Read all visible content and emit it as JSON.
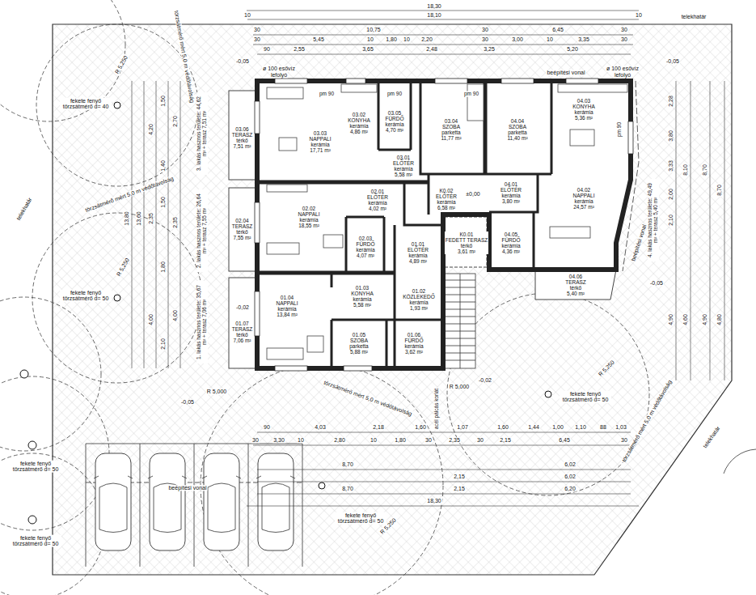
{
  "diagram": {
    "nodes": [
      {
        "text": [
          "03.06",
          "TERASZ",
          "térkő",
          "7,51 m²"
        ]
      },
      {
        "text": [
          "03.03",
          "NAPPALI",
          "kerámia",
          "17,71 m²"
        ]
      },
      {
        "text": [
          "03.02",
          "KONYHA",
          "kerámia",
          "4,86 m²"
        ]
      },
      {
        "text": [
          "03.05",
          "FÜRDŐ",
          "kerámia",
          "4,70 m²"
        ]
      },
      {
        "text": [
          "03.04",
          "SZOBA",
          "parketta",
          "11,77 m²"
        ]
      },
      {
        "text": [
          "04.04",
          "SZOBA",
          "parketta",
          "11,40 m²"
        ]
      },
      {
        "text": [
          "04.03",
          "KONYHA",
          "kerámia",
          "5,36 m²"
        ]
      },
      {
        "text": [
          "03.01",
          "ELŐTÉR",
          "kerámia",
          "5,58 m²"
        ]
      },
      {
        "text": [
          "04.01",
          "ELŐTÉR",
          "kerámia",
          "3,80 m²"
        ]
      },
      {
        "text": [
          "04.02",
          "NAPPALI",
          "kerámia",
          "24,57 m²"
        ]
      },
      {
        "text": [
          "02.04",
          "TERASZ",
          "térkő",
          "7,55 m²"
        ]
      },
      {
        "text": [
          "02.02",
          "NAPPALI",
          "kerámia",
          "18,55 m²"
        ]
      },
      {
        "text": [
          "02.01",
          "ELŐTÉR",
          "kerámia",
          "4,02 m²"
        ]
      },
      {
        "text": [
          "K0.02",
          "ELŐTÉR",
          "kerámia",
          "6,58 m²"
        ]
      },
      {
        "text": [
          "02.03",
          "FÜRDŐ",
          "kerámia",
          "4,07 m²"
        ]
      },
      {
        "text": [
          "K0.01",
          "FEDETT TERASZ",
          "térkő",
          "3,61 m²"
        ]
      },
      {
        "text": [
          "04.05",
          "FÜRDŐ",
          "kerámia",
          "4,36 m²"
        ]
      },
      {
        "text": [
          "04.06",
          "TERASZ",
          "térkő",
          "5,40 m²"
        ]
      },
      {
        "text": [
          "01.01",
          "ELŐTÉR",
          "kerámia",
          "4,89 m²"
        ]
      },
      {
        "text": [
          "01.07",
          "TERASZ",
          "térkő",
          "7,06 m²"
        ]
      },
      {
        "text": [
          "01.04",
          "NAPPALI",
          "kerámia",
          "13,84 m²"
        ]
      },
      {
        "text": [
          "01.03",
          "KONYHA",
          "kerámia",
          "5,58 m²"
        ]
      },
      {
        "text": [
          "01.02",
          "KÖZLEKEDŐ",
          "kerámia",
          "1,93 m²"
        ]
      },
      {
        "text": [
          "01.05",
          "SZOBA",
          "parketta",
          "5,88 m²"
        ]
      },
      {
        "text": [
          "01.06",
          "FÜRDŐ",
          "kerámia",
          "3,62 m²"
        ]
      }
    ],
    "labels": [
      "18,30",
      "18,10",
      "10",
      "10",
      "30",
      "10,75",
      "30",
      "6,45",
      "30",
      "30",
      "5,45",
      "10",
      "1,80",
      "10",
      "2,20",
      "30",
      "3,00",
      "10",
      "3,35",
      "30",
      "90",
      "2,55",
      "3,65",
      "2,48",
      "3,25",
      "5,20",
      "telekhatár",
      "-0,05",
      "-0,05",
      "ø 100 esővíz",
      "lefolyó",
      "ø 100 esővíz",
      "lefolyó",
      "beépítési vonal",
      "pm 90",
      "pm 90",
      "pm 90",
      "pm 90",
      "±0,00",
      "-0,02",
      "-0,05",
      "-0,02",
      "-0,05",
      "R 5,250",
      "R 5,250",
      "R 5,000",
      "R 5,000",
      "R 5,250",
      "R 5,250",
      "fekete fenyő törzsátmérő d= 40",
      "fekete fenyő törzsátmérő d= 50",
      "fekete fenyő törzsátmérő d= 50",
      "fekete fenyő törzsátmérő d= 50",
      "fekete fenyő törzsátmérő d= 50",
      "fekete fenyő törzsátmérő d= 50",
      "törzsátmérő mért 5,0 m védőtávolság",
      "törzsátmérő mért 5,0 m védőtávolság",
      "törzsátmérő mért 5,0 m védőtávolság",
      "törzsátmérő mért 5,0 m védőtávolság",
      "beépítési vonal",
      "beépítési vonal",
      "telekhatár",
      "telekhatár",
      "acél pálcás korlát",
      "1. lakás hasznos területe: 35,67 m² + terasz 7,06 m²",
      "2. lakás hasznos területe: 26,64 m² + terasz 7,55 m²",
      "3. lakás hasznos területe: 44,62 m² + terasz 7,51 m²",
      "4. lakás hasznos területe: 49,49 m² + terasz 5,40 m²",
      "13,80",
      "13,60",
      "4,20",
      "2,35",
      "4,00",
      "1,50",
      "1,40",
      "1,50",
      "1,80",
      "2,10",
      "2,70",
      "2,35",
      "4,00",
      "2,28",
      "3,80",
      "3,33",
      "2,00",
      "2,10",
      "4,90",
      "8,10",
      "4,60",
      "8,70",
      "4,90",
      "8,70",
      "4,80",
      "90",
      "4,03",
      "2,18",
      "1,60",
      "1,07",
      "1,60",
      "1,44",
      "1,00",
      "1,10",
      "88",
      "1,03",
      "30",
      "3,30",
      "10",
      "2,80",
      "10",
      "1,80",
      "30",
      "2,35",
      "30",
      "2,15",
      "6,45",
      "30",
      "8,70",
      "6,02",
      "2,15",
      "6,02",
      "8,70",
      "2,15",
      "6,20",
      "18,30"
    ]
  }
}
